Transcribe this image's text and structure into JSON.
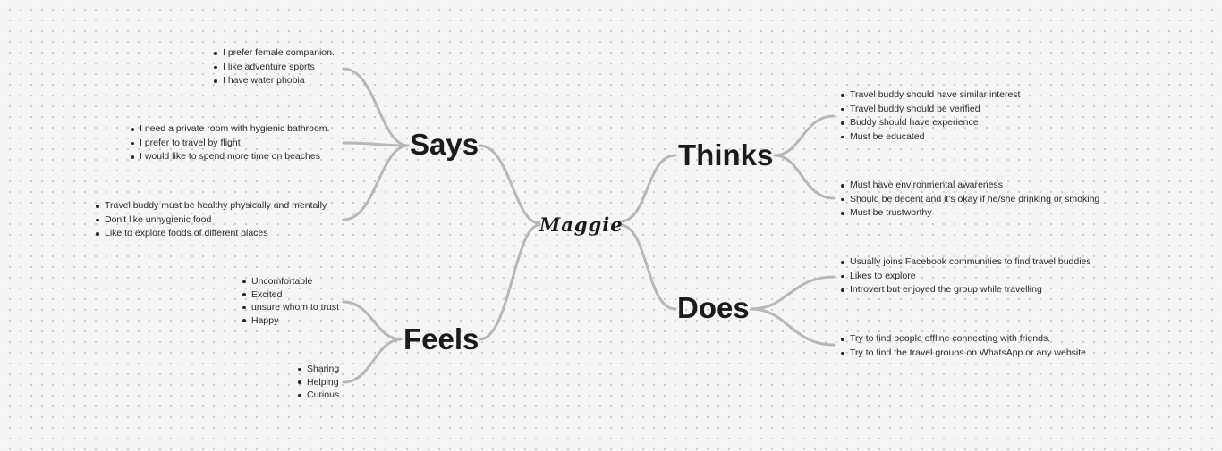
{
  "center": {
    "label": "Maggie"
  },
  "branches": {
    "says": {
      "label": "Says",
      "groups": [
        [
          "I prefer female companion.",
          "I like adventure sports",
          "I have water phobia"
        ],
        [
          "I need a private room with hygienic bathroom.",
          "I prefer to travel by flight",
          "I would like to spend more time on beaches"
        ],
        [
          "Travel buddy must be healthy physically and mentally",
          "Don't like unhygienic food",
          "Like to explore foods of different places"
        ]
      ]
    },
    "feels": {
      "label": "Feels",
      "groups": [
        [
          "Uncomfortable",
          "Excited",
          "unsure whom to trust",
          "Happy"
        ],
        [
          "Sharing",
          "Helping",
          "Curious"
        ]
      ]
    },
    "thinks": {
      "label": "Thinks",
      "groups": [
        [
          "Travel buddy should have similar interest",
          "Travel buddy should be verified",
          "Buddy should have experience",
          "Must be educated"
        ],
        [
          "Must have environmental awareness",
          "Should be decent and it's okay if he/she drinking or smoking",
          "Must be trustworthy"
        ]
      ]
    },
    "does": {
      "label": "Does",
      "groups": [
        [
          "Usually joins Facebook communities to find travel buddies",
          "Likes to explore",
          "Introvert but enjoyed the group while travelling"
        ],
        [
          "Try to find people offline connecting with friends.",
          "Try to find the travel groups on WhatsApp or any website."
        ]
      ]
    }
  },
  "colors": {
    "connector": "#b7b7b7",
    "canvas": "#f5f5f5",
    "text": "#1b1b1b"
  }
}
